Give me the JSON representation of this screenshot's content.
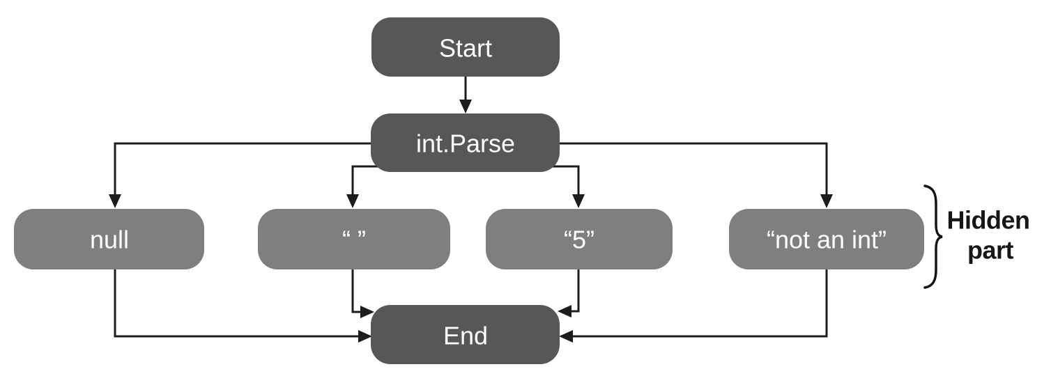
{
  "diagram": {
    "nodes": [
      {
        "id": "start",
        "label": "Start",
        "shade": "dark"
      },
      {
        "id": "int-parse",
        "label": "int.Parse",
        "shade": "dark"
      },
      {
        "id": "null",
        "label": "null",
        "shade": "light"
      },
      {
        "id": "empty-string",
        "label": "“ ”",
        "shade": "light"
      },
      {
        "id": "five",
        "label": "“5”",
        "shade": "light"
      },
      {
        "id": "not-an-int",
        "label": "“not an int”",
        "shade": "light"
      },
      {
        "id": "end",
        "label": "End",
        "shade": "dark"
      }
    ],
    "edges": [
      {
        "from": "start",
        "to": "int-parse"
      },
      {
        "from": "int-parse",
        "to": "null"
      },
      {
        "from": "int-parse",
        "to": "empty-string"
      },
      {
        "from": "int-parse",
        "to": "five"
      },
      {
        "from": "int-parse",
        "to": "not-an-int"
      },
      {
        "from": "null",
        "to": "end"
      },
      {
        "from": "empty-string",
        "to": "end"
      },
      {
        "from": "five",
        "to": "end"
      },
      {
        "from": "not-an-int",
        "to": "end"
      }
    ],
    "annotation": {
      "lines": [
        "Hidden",
        "part"
      ]
    },
    "colors": {
      "node_dark": "#565758",
      "node_light": "#7e807d",
      "connector": "#1c1c1c",
      "node_text": "#ffffff",
      "annotation_text": "#161616",
      "background": "#ffffff"
    }
  }
}
